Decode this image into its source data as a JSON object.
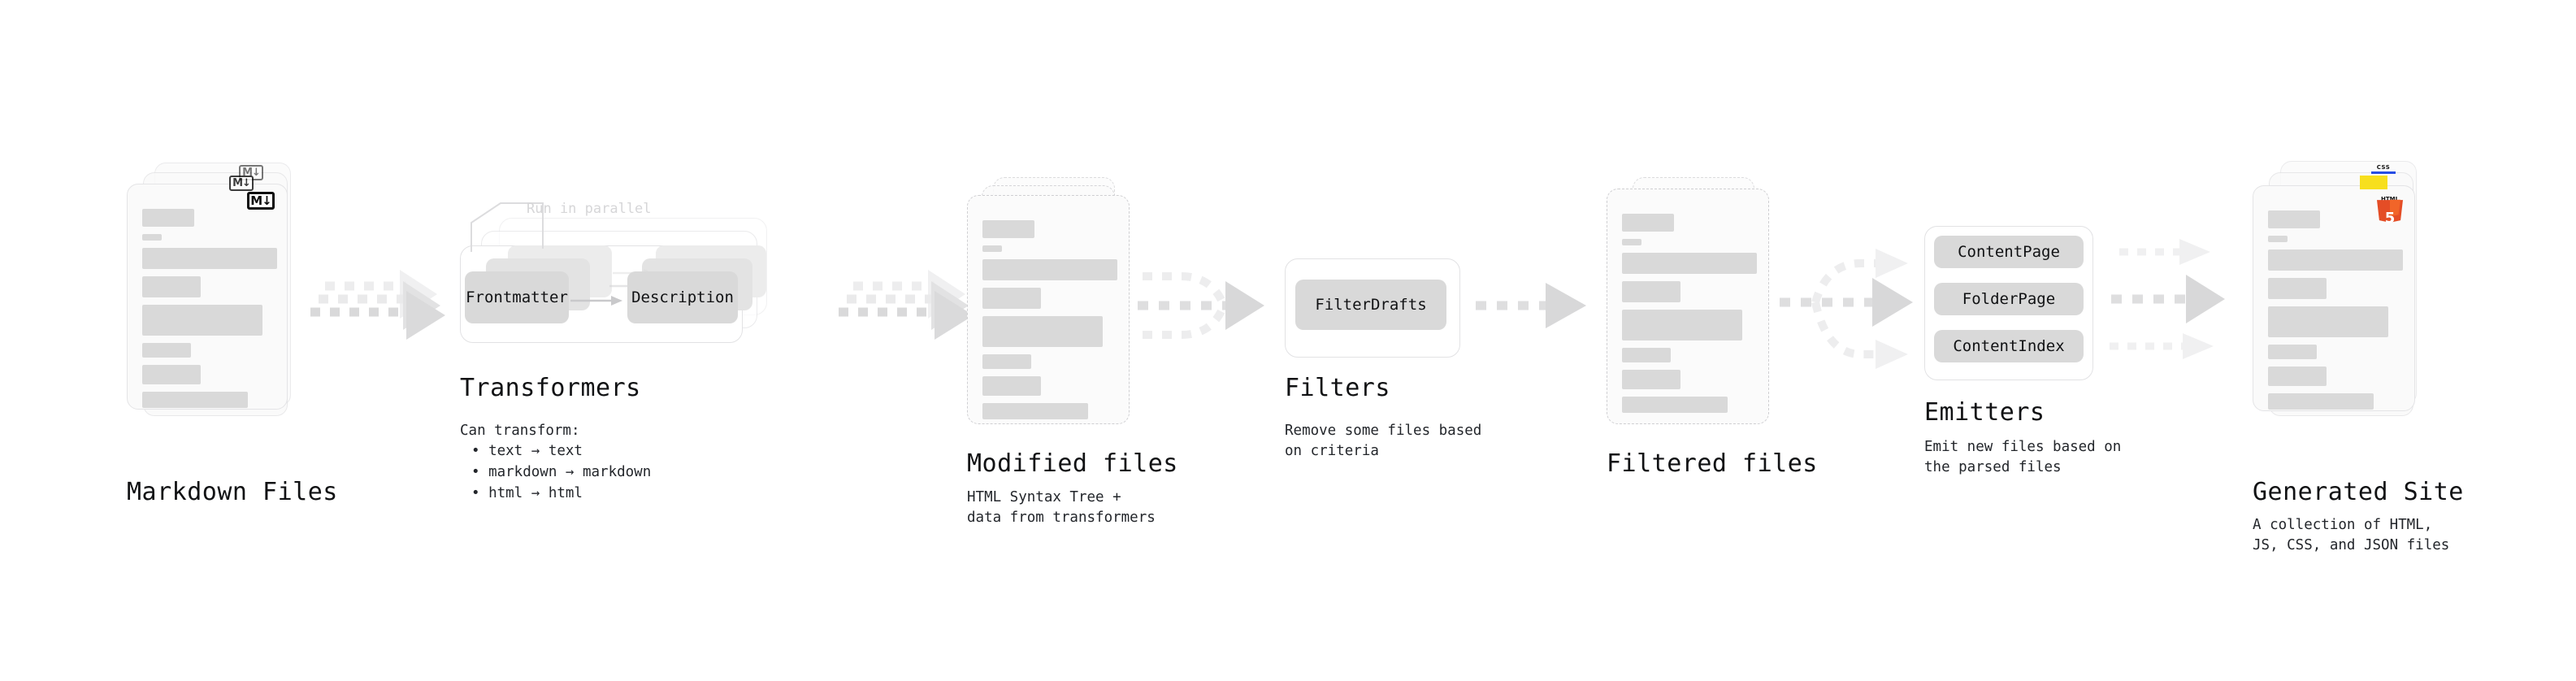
{
  "diagram": {
    "title_font_size": 30,
    "accent_colors": {
      "html5": "#e44d26",
      "html5_dark": "#f16529",
      "javascript": "#f7df1e",
      "css": "#264de4",
      "chip_fill": "#d9d9d9",
      "arrow": "#d8d8d8",
      "skeleton_bar": "#d9d9d9",
      "ink": "#111214"
    },
    "stages": [
      {
        "id": "markdown-files",
        "title": "Markdown Files",
        "description": "",
        "badge": "M↓",
        "badge_name": "markdown-icon"
      },
      {
        "id": "transformers",
        "title": "Transformers",
        "description": "Can transform:",
        "note": "Run in parallel",
        "bullets": [
          "• text → text",
          "• markdown → markdown",
          "• html → html"
        ],
        "chips": [
          "Frontmatter",
          "Description"
        ]
      },
      {
        "id": "modified-files",
        "title": "Modified files",
        "description": "HTML Syntax Tree +\ndata from transformers"
      },
      {
        "id": "filters",
        "title": "Filters",
        "description": "Remove some files based\non criteria",
        "chips": [
          "FilterDrafts"
        ]
      },
      {
        "id": "filtered-files",
        "title": "Filtered files",
        "description": ""
      },
      {
        "id": "emitters",
        "title": "Emitters",
        "description": "Emit new files based on\nthe parsed files",
        "chips": [
          "ContentPage",
          "FolderPage",
          "ContentIndex"
        ]
      },
      {
        "id": "generated-site",
        "title": "Generated Site",
        "description": "A collection of HTML,\nJS, CSS, and JSON files",
        "badges": [
          "HTML5",
          "JS",
          "CSS"
        ]
      }
    ]
  }
}
